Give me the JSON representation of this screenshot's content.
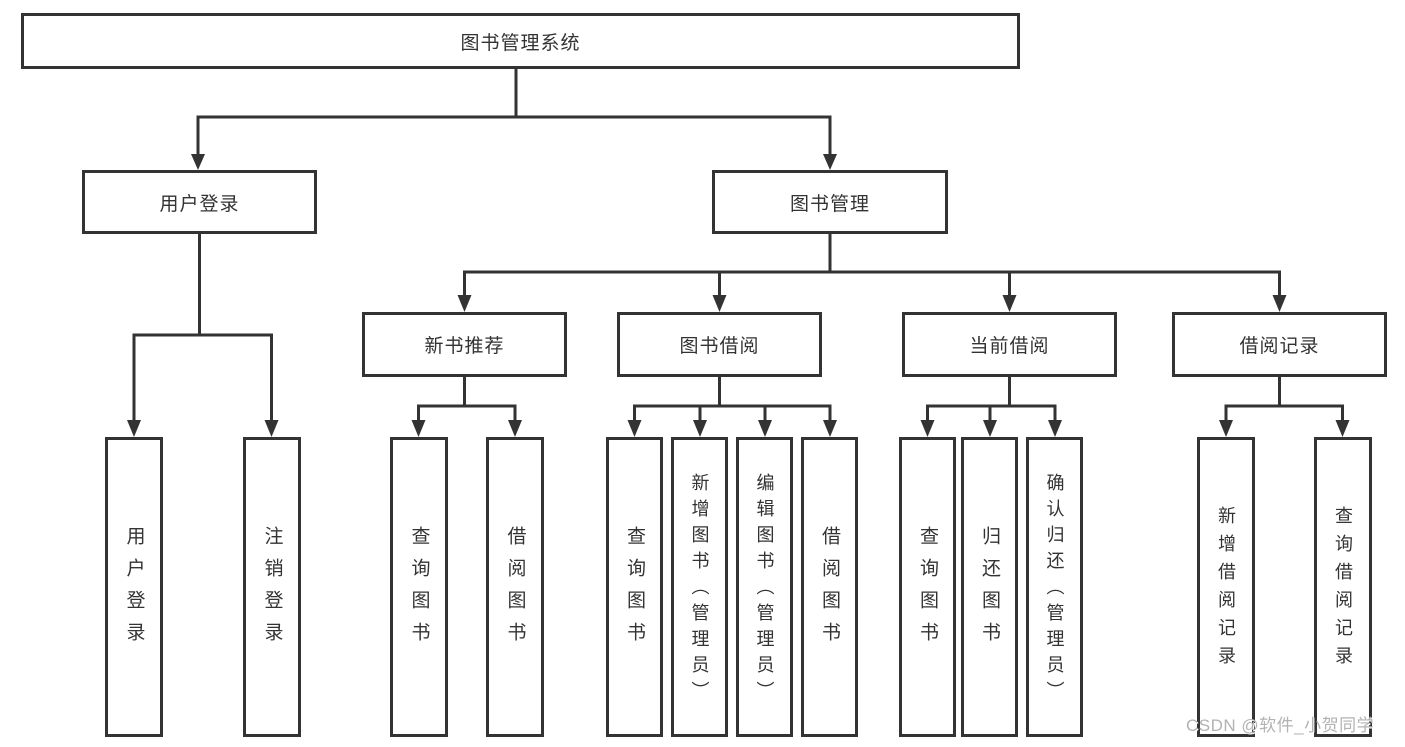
{
  "diagram": {
    "root": {
      "label": "图书管理系统"
    },
    "level2": {
      "user_login": {
        "label": "用户登录"
      },
      "book_mgmt": {
        "label": "图书管理"
      }
    },
    "level3": {
      "new_books": {
        "label": "新书推荐"
      },
      "borrowing": {
        "label": "图书借阅"
      },
      "current": {
        "label": "当前借阅"
      },
      "records": {
        "label": "借阅记录"
      }
    },
    "leaves": {
      "login": {
        "label": "用户登录"
      },
      "logout": {
        "label": "注销登录"
      },
      "nb_query": {
        "label": "查询图书"
      },
      "nb_borrow": {
        "label": "借阅图书"
      },
      "bw_query": {
        "label": "查询图书"
      },
      "bw_add": {
        "label": "新增图书（管理员）"
      },
      "bw_edit": {
        "label": "编辑图书（管理员）"
      },
      "bw_borrow": {
        "label": "借阅图书"
      },
      "cur_query": {
        "label": "查询图书"
      },
      "cur_return": {
        "label": "归还图书"
      },
      "cur_confirm": {
        "label": "确认归还（管理员）"
      },
      "rec_add": {
        "label": "新增借阅记录"
      },
      "rec_query": {
        "label": "查询借阅记录"
      }
    }
  },
  "watermark": {
    "text": "CSDN @软件_小贺同学"
  },
  "colors": {
    "line": "#333333",
    "text": "#333333",
    "background": "#ffffff",
    "watermark": "#b3b3b3"
  }
}
